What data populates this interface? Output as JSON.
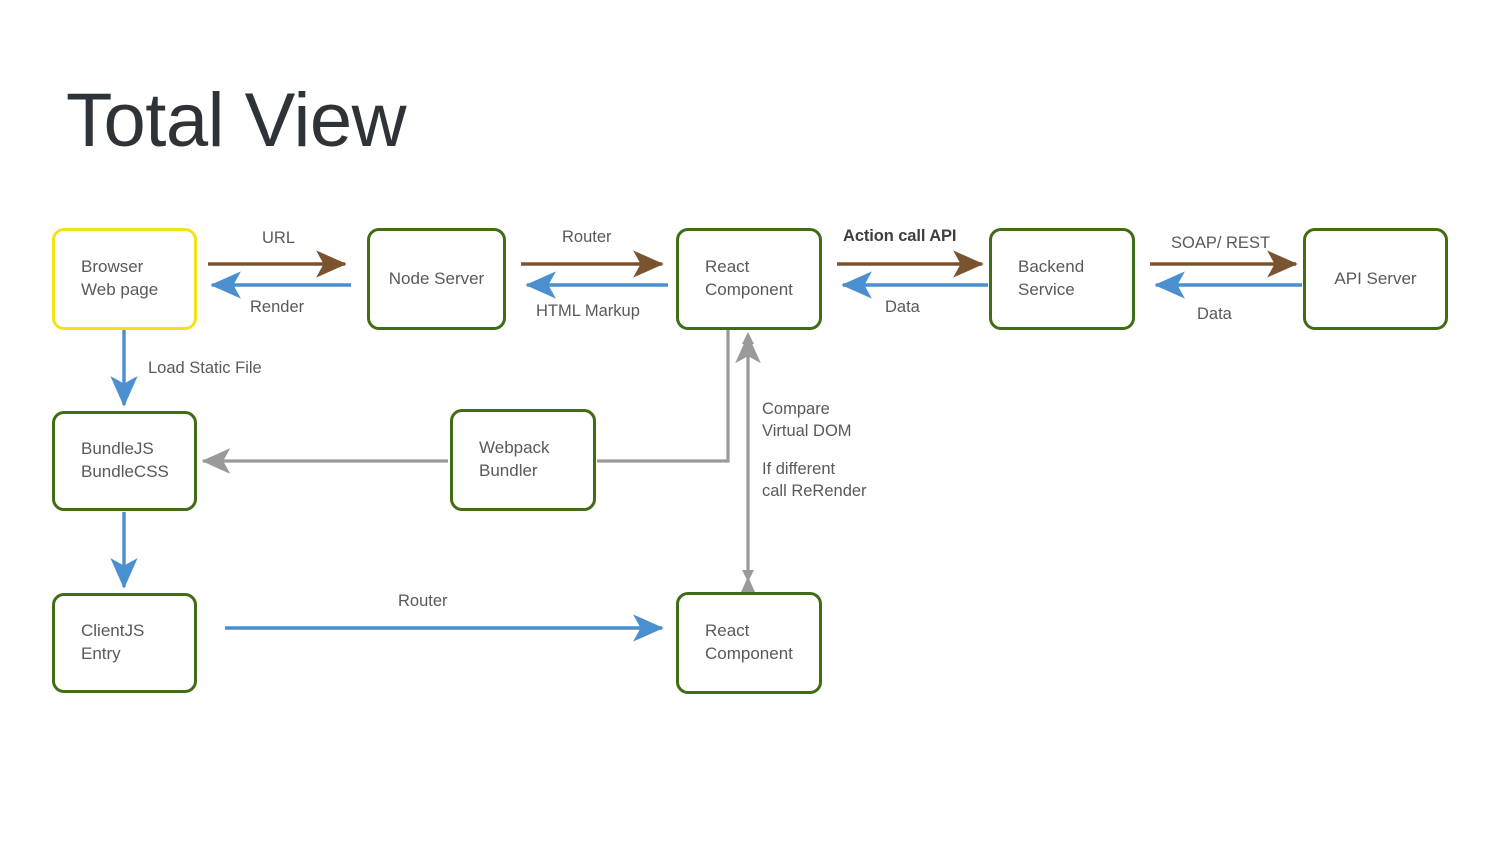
{
  "title": "Total View",
  "colors": {
    "title_text": "#2e3338",
    "node_text": "#595959",
    "green_border": "#3f6c14",
    "yellow_border": "#f2e319",
    "brown_arrow": "#7a5430",
    "blue_arrow": "#4a8fd0",
    "gray_arrow": "#9a9a9a",
    "background": "#ffffff"
  },
  "nodes": {
    "browser": "Browser\nWeb page",
    "node_server": "Node Server",
    "react_component_top": "React\nComponent",
    "backend_service": "Backend\nService",
    "api_server": "API  Server",
    "bundle": "BundleJS\nBundleCSS",
    "webpack": "Webpack\nBundler",
    "clientjs": "ClientJS\nEntry",
    "react_component_bottom": "React\nComponent"
  },
  "edges": {
    "url": "URL",
    "render": "Render",
    "router_top": "Router",
    "html_markup": "HTML Markup",
    "action_call_api": "Action call API",
    "data_backend": "Data",
    "soap_rest": "SOAP/ REST",
    "data_api": "Data",
    "load_static_file": "Load Static File",
    "compare_virtual_dom": "Compare\nVirtual DOM",
    "if_different_rerender": "If different\ncall ReRender",
    "router_bottom": "Router"
  }
}
